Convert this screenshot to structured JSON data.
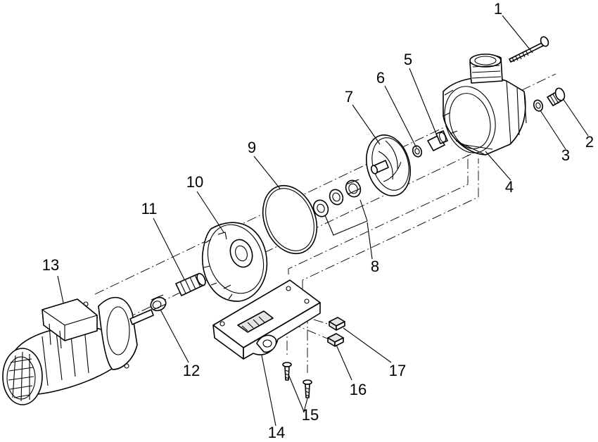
{
  "callouts": [
    {
      "id": "1",
      "label": "1"
    },
    {
      "id": "2",
      "label": "2"
    },
    {
      "id": "3",
      "label": "3"
    },
    {
      "id": "4",
      "label": "4"
    },
    {
      "id": "5",
      "label": "5"
    },
    {
      "id": "6",
      "label": "6"
    },
    {
      "id": "7",
      "label": "7"
    },
    {
      "id": "8",
      "label": "8"
    },
    {
      "id": "9",
      "label": "9"
    },
    {
      "id": "10",
      "label": "10"
    },
    {
      "id": "11",
      "label": "11"
    },
    {
      "id": "12",
      "label": "12"
    },
    {
      "id": "13",
      "label": "13"
    },
    {
      "id": "14",
      "label": "14"
    },
    {
      "id": "15",
      "label": "15"
    },
    {
      "id": "16",
      "label": "16"
    },
    {
      "id": "17",
      "label": "17"
    }
  ],
  "colors": {
    "line": "#000000",
    "background": "#ffffff",
    "shade": "#e6e6e6"
  }
}
